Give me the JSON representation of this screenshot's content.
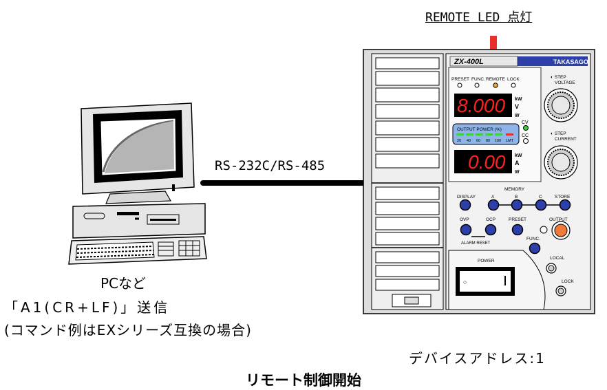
{
  "labels": {
    "remote_led": "REMOTE LED 点灯",
    "interface": "RS-232C/RS-485",
    "pc": "PCなど",
    "command": "「A1(CR+LF)」送信",
    "command_note": "(コマンド例はEXシリーズ互換の場合)",
    "device_address": "デバイスアドレス:1",
    "title": "リモート制御開始"
  },
  "device": {
    "model": "ZX-400L",
    "brand": "TAKASAGO",
    "indicators": [
      "PRESET",
      "FUNC.",
      "REMOTE",
      "LOCK"
    ],
    "voltage_display": "8.000",
    "current_display": "0.00",
    "unit_v": "V",
    "unit_a": "A",
    "unit_kw": "kW",
    "unit_w": "W",
    "cv": "CV",
    "cc": "CC",
    "step_voltage": "STEP VOLTAGE",
    "step_current": "STEP CURRENT",
    "output_power": "OUTPUT POWER (%)",
    "power_scale": [
      "20",
      "40",
      "60",
      "80",
      "100",
      "LMT"
    ],
    "memory": "MEMORY",
    "buttons": {
      "display": "DISPLAY",
      "a": "A",
      "b": "B",
      "c": "C",
      "store": "STORE",
      "ovp": "OVP",
      "ocp": "OCP",
      "preset": "PRESET",
      "output": "OUTPUT",
      "alarm_reset": "ALARM RESET",
      "func": "FUNC.",
      "local": "LOCAL",
      "lock": "LOCK",
      "power": "POWER"
    }
  },
  "colors": {
    "arrow": "#e8302a",
    "remote_led": "#f5a623",
    "button_blue": "#2d3fa8",
    "output_button": "#f07a3a",
    "display_red": "#ff2020",
    "power_meter_bg": "#8fb4e8"
  }
}
